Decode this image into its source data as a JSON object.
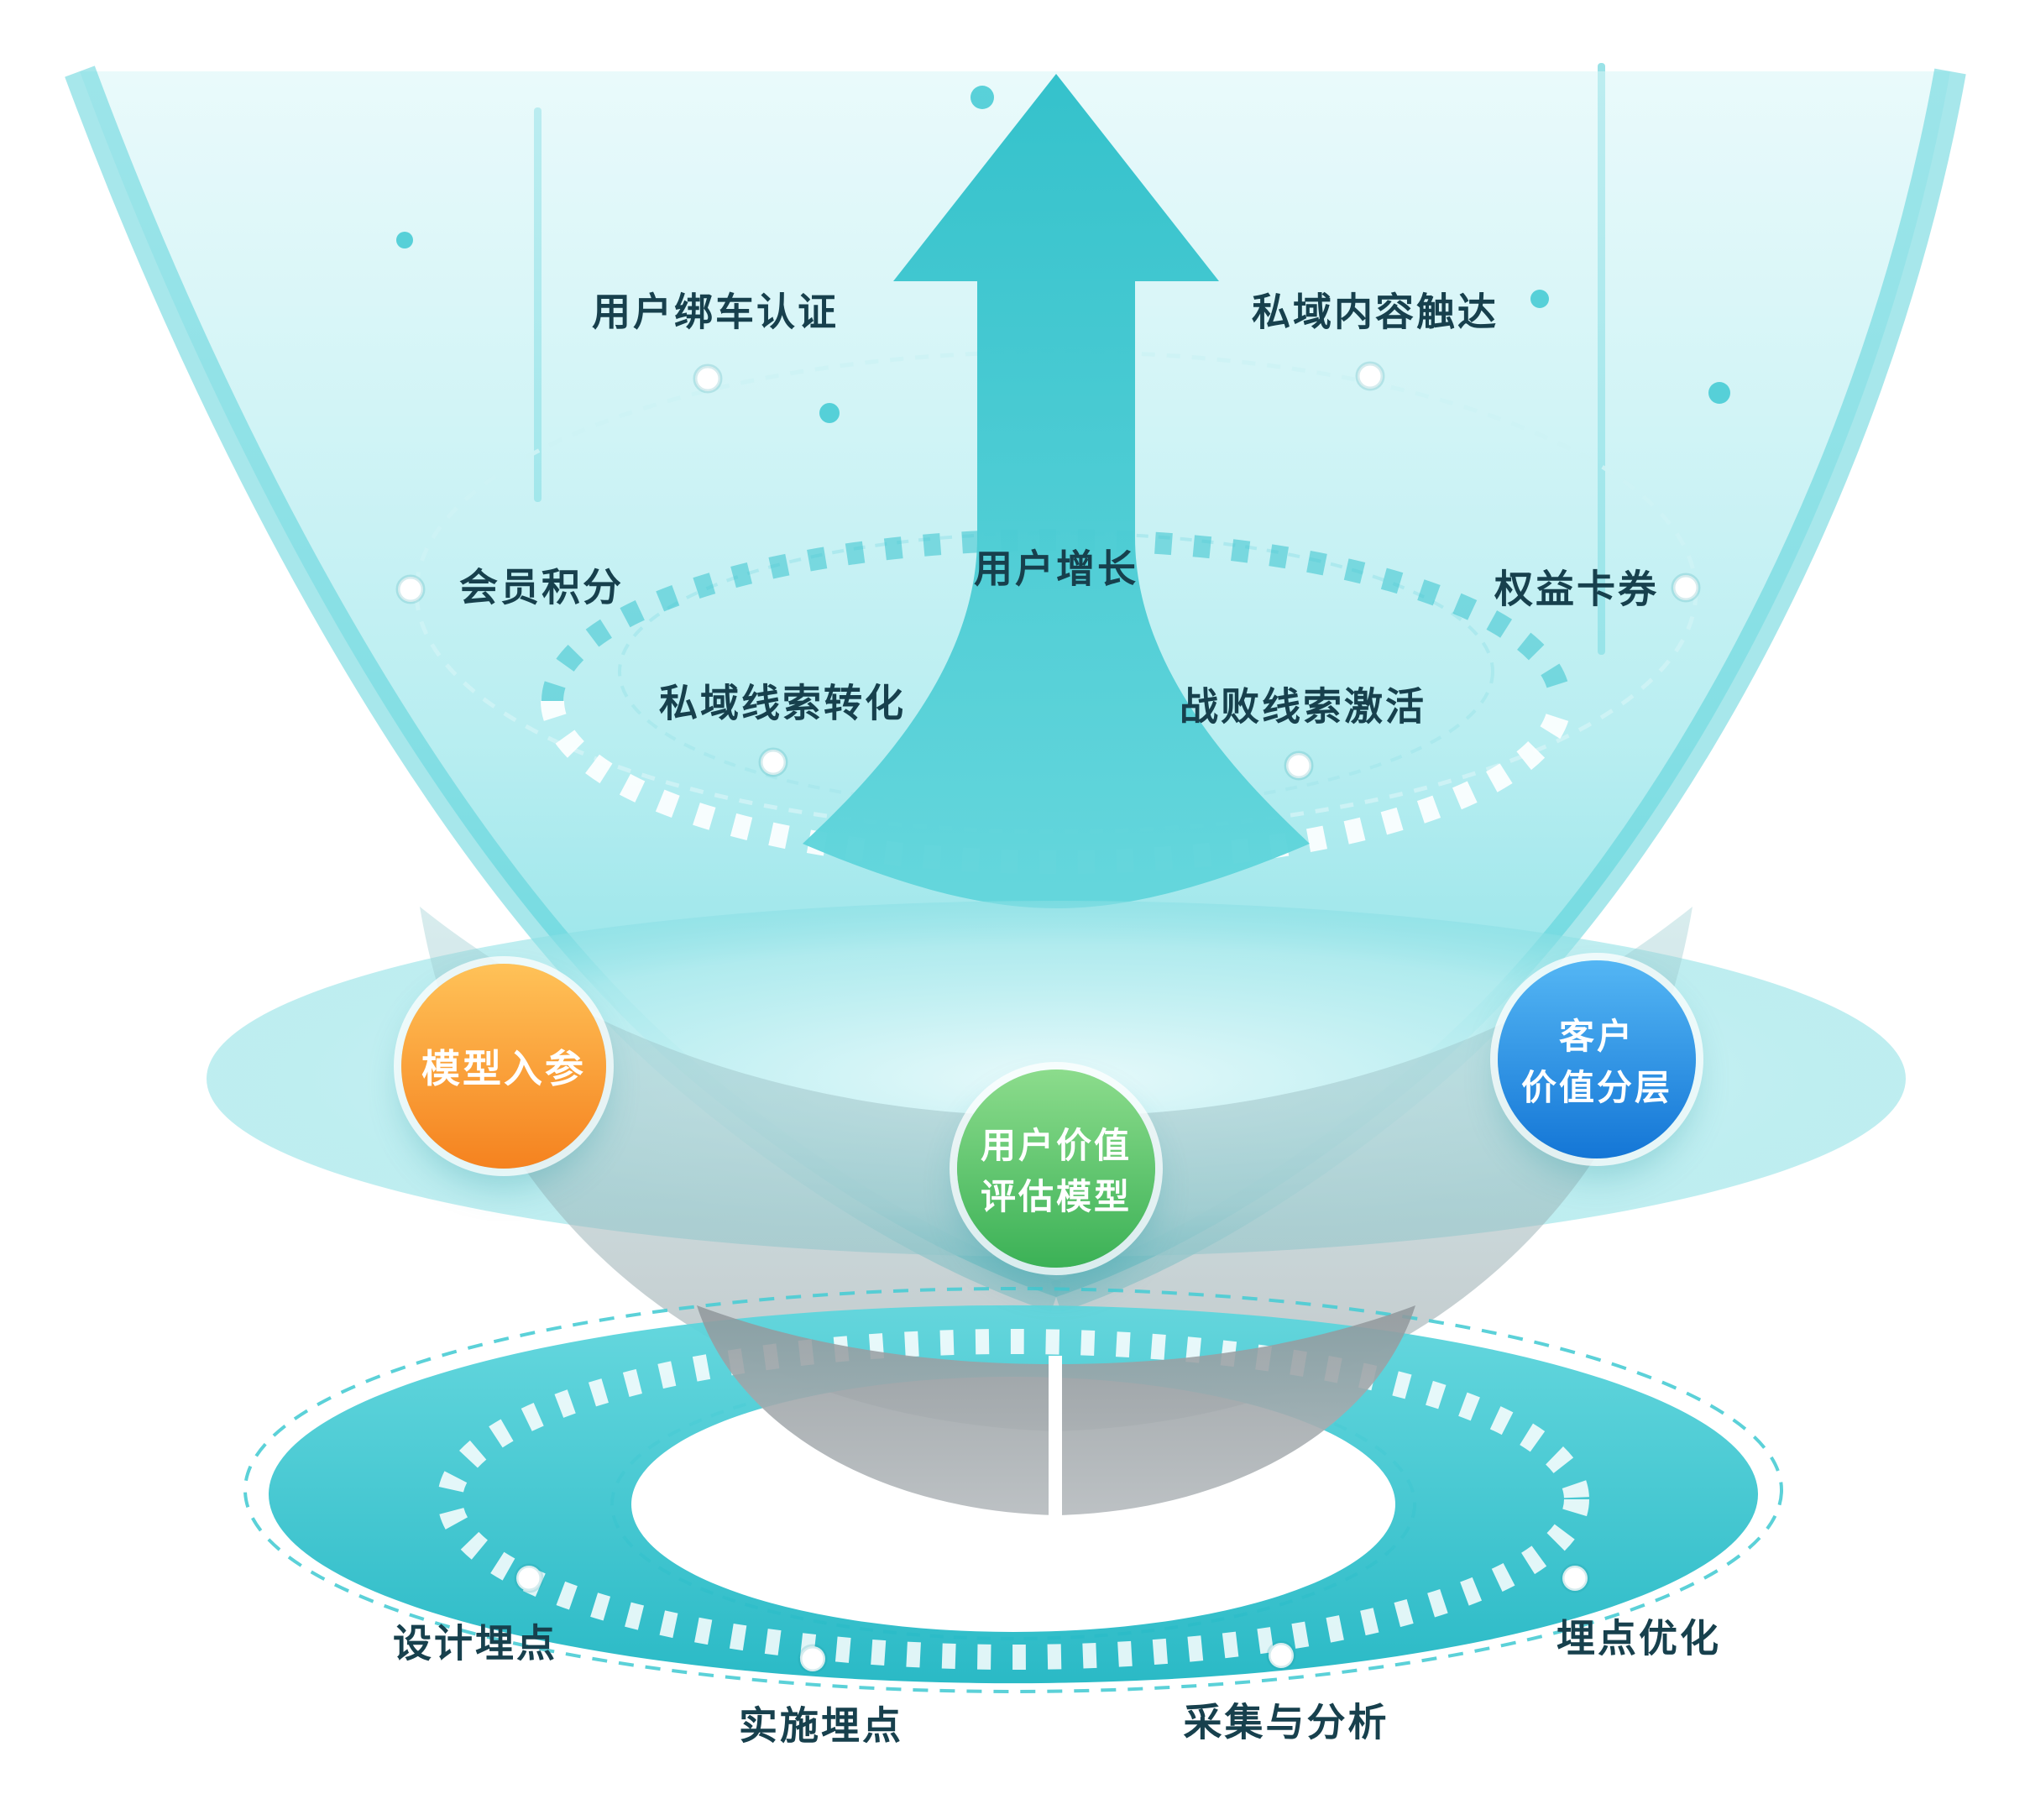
{
  "diagram_type": "user-growth-funnel-diagram",
  "labels": {
    "user_car_auth": "用户绑车认证",
    "private_content_reach": "私域内容触达",
    "member_points": "会员积分",
    "user_growth": "用户增长",
    "benefit_coupons": "权益卡券",
    "private_lead_conversion": "私域线索转化",
    "lost_lead_activation": "战败线索激活",
    "design_tracking": "设计埋点",
    "implement_tracking": "实施埋点",
    "collect_analyze": "采集与分析",
    "tracking_optimize": "埋点优化"
  },
  "nodes": {
    "model_input": {
      "label": "模型入参",
      "color_start": "#FFC258",
      "color_end": "#F5821F"
    },
    "customer_value_tiering": {
      "line1": "客户",
      "line2": "价值分层",
      "color_start": "#54B6F4",
      "color_end": "#1476D6"
    },
    "user_value_model": {
      "line1": "用户价值",
      "line2": "评估模型",
      "color_start": "#8CDC8C",
      "color_end": "#3BB156"
    }
  },
  "colors": {
    "teal": "#2FC3CD",
    "teal_light": "#BDEDF0",
    "text": "#17404D",
    "white": "#FFFFFF",
    "gray_bowl": "#9AA0A4"
  },
  "icons": {
    "up_arrow": "big-upward-arrow",
    "marker_dot": "white-circle-marker",
    "bubble": "teal-bubble"
  }
}
